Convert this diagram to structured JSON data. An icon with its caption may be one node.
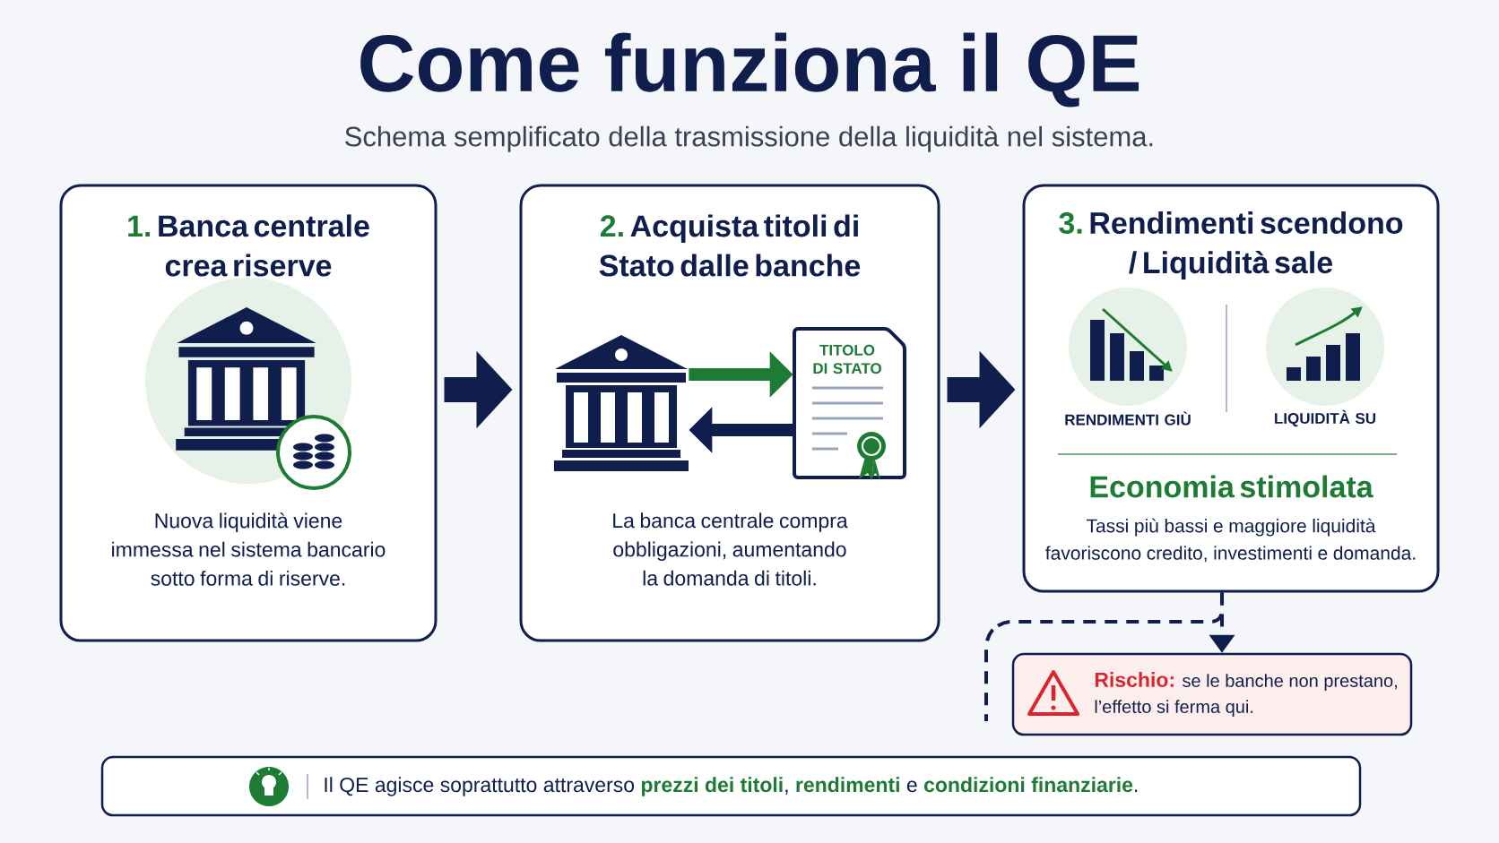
{
  "diagram": {
    "title": "Come funziona il QE",
    "nodes": [
      {
        "text": [
          "1.",
          "Banca centrale crea riserve",
          "Nuova liquidità viene immessa nel sistema bancario sotto forma di riserve."
        ]
      },
      {
        "text": [
          "2.",
          "Acquista titoli di Stato dalle banche",
          "La banca centrale compra obbligazioni, aumentando la domanda di titoli."
        ]
      },
      {
        "text": [],
        "shape": "picture",
        "in": 1
      },
      {
        "text": [
          "TITOLO DI STATO"
        ],
        "in": 1
      },
      {
        "text": [
          "3.",
          "Rendimenti scendono / Liquidità sale",
          "RENDIMENTI GIÙ",
          "LIQUIDITÀ SU",
          "Economia stimolata",
          "Tassi più bassi e maggiore liquidità favoriscono credito, investimenti e domanda."
        ]
      },
      {
        "text": [
          "Rischio:",
          "se le banche non prestano, l’effetto si ferma qui."
        ]
      },
      {
        "text": [
          "Il QE agisce soprattutto attraverso",
          "prezzi dei titoli",
          ",",
          "rendimenti",
          "e",
          "condizioni finanziarie",
          "."
        ]
      }
    ],
    "edges": [
      {
        "from": 0,
        "to": 1,
        "arrow": "to",
        "style": "thick"
      },
      {
        "from": 2,
        "to": 3,
        "arrow": "to",
        "color": "#1e7b34"
      },
      {
        "from": 3,
        "to": 2,
        "arrow": "to"
      },
      {
        "from": 1,
        "to": 4,
        "arrow": "to",
        "style": "thick"
      },
      {
        "from": 4,
        "to": 5,
        "arrow": "to",
        "style": "dashed"
      },
      {
        "from": 4,
        "to": null,
        "arrow": "none",
        "style": "dashed"
      }
    ],
    "labels": [
      "Schema semplificato della trasmissione della liquidità nel sistema."
    ]
  }
}
